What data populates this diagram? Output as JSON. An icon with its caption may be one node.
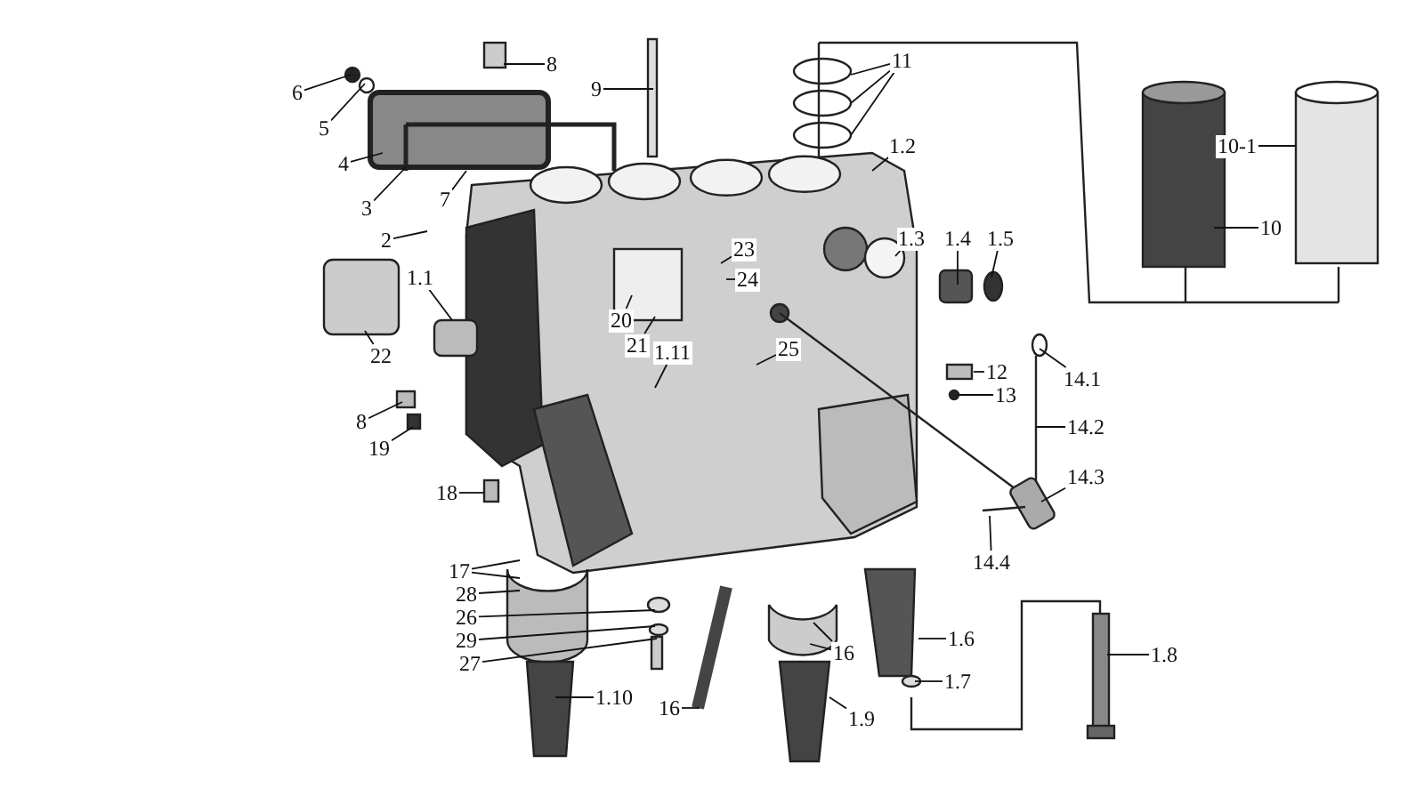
{
  "diagram": {
    "nodes": [
      {
        "text": [
          "6"
        ]
      },
      {
        "text": [
          "5"
        ]
      },
      {
        "text": [
          "8"
        ]
      },
      {
        "text": [
          "9"
        ]
      },
      {
        "text": [
          "4"
        ]
      },
      {
        "text": [
          "7"
        ]
      },
      {
        "text": [
          "3"
        ]
      },
      {
        "text": [
          "2"
        ]
      },
      {
        "text": [
          "11"
        ]
      },
      {
        "text": [
          "1.2"
        ]
      },
      {
        "text": [
          "1.3"
        ]
      },
      {
        "text": [
          "1.4"
        ]
      },
      {
        "text": [
          "1.5"
        ]
      },
      {
        "text": [
          "10-1"
        ]
      },
      {
        "text": [
          "10"
        ]
      },
      {
        "text": [
          "23"
        ]
      },
      {
        "text": [
          "24"
        ]
      },
      {
        "text": [
          "20"
        ]
      },
      {
        "text": [
          "21"
        ]
      },
      {
        "text": [
          "1.11"
        ]
      },
      {
        "text": [
          "22"
        ]
      },
      {
        "text": [
          "1.1"
        ]
      },
      {
        "text": [
          "25"
        ]
      },
      {
        "text": [
          "12"
        ]
      },
      {
        "text": [
          "13"
        ]
      },
      {
        "text": [
          "14.1"
        ]
      },
      {
        "text": [
          "14.2"
        ]
      },
      {
        "text": [
          "14.3"
        ]
      },
      {
        "text": [
          "14.4"
        ]
      },
      {
        "text": [
          "8"
        ]
      },
      {
        "text": [
          "19"
        ]
      },
      {
        "text": [
          "18"
        ]
      },
      {
        "text": [
          "17"
        ]
      },
      {
        "text": [
          "28"
        ]
      },
      {
        "text": [
          "26"
        ]
      },
      {
        "text": [
          "29"
        ]
      },
      {
        "text": [
          "27"
        ]
      },
      {
        "text": [
          "1.10"
        ]
      },
      {
        "text": [
          "16"
        ]
      },
      {
        "text": [
          "16"
        ]
      },
      {
        "text": [
          "1.9"
        ]
      },
      {
        "text": [
          "1.6"
        ]
      },
      {
        "text": [
          "1.7"
        ]
      },
      {
        "text": [
          "1.8"
        ]
      }
    ],
    "edges": [
      {
        "from": 0,
        "to": null,
        "arrow": "none"
      },
      {
        "from": 1,
        "to": null,
        "arrow": "none"
      },
      {
        "from": 2,
        "to": null,
        "arrow": "none"
      },
      {
        "from": 3,
        "to": null,
        "arrow": "none"
      },
      {
        "from": 4,
        "to": null,
        "arrow": "none"
      },
      {
        "from": 5,
        "to": null,
        "arrow": "none"
      },
      {
        "from": 6,
        "to": null,
        "arrow": "none"
      },
      {
        "from": 7,
        "to": null,
        "arrow": "none"
      },
      {
        "from": 8,
        "to": null,
        "arrow": "none"
      },
      {
        "from": 8,
        "to": null,
        "arrow": "none"
      },
      {
        "from": 8,
        "to": null,
        "arrow": "none"
      },
      {
        "from": 9,
        "to": null,
        "arrow": "none"
      },
      {
        "from": 10,
        "to": null,
        "arrow": "none"
      },
      {
        "from": 11,
        "to": null,
        "arrow": "none"
      },
      {
        "from": 12,
        "to": null,
        "arrow": "none"
      },
      {
        "from": 13,
        "to": null,
        "arrow": "none"
      },
      {
        "from": 14,
        "to": null,
        "arrow": "none"
      },
      {
        "from": 15,
        "to": null,
        "arrow": "none"
      },
      {
        "from": 16,
        "to": null,
        "arrow": "none"
      },
      {
        "from": 17,
        "to": null,
        "arrow": "none"
      },
      {
        "from": 18,
        "to": null,
        "arrow": "none"
      },
      {
        "from": 19,
        "to": null,
        "arrow": "none"
      },
      {
        "from": 20,
        "to": null,
        "arrow": "none"
      },
      {
        "from": 21,
        "to": null,
        "arrow": "none"
      },
      {
        "from": 22,
        "to": null,
        "arrow": "none"
      },
      {
        "from": 23,
        "to": null,
        "arrow": "none"
      },
      {
        "from": 24,
        "to": null,
        "arrow": "none"
      },
      {
        "from": 25,
        "to": null,
        "arrow": "none"
      },
      {
        "from": 26,
        "to": null,
        "arrow": "none"
      },
      {
        "from": 27,
        "to": null,
        "arrow": "none"
      },
      {
        "from": 28,
        "to": null,
        "arrow": "none"
      },
      {
        "from": 29,
        "to": null,
        "arrow": "none"
      },
      {
        "from": 30,
        "to": null,
        "arrow": "none"
      },
      {
        "from": 31,
        "to": null,
        "arrow": "none"
      },
      {
        "from": 32,
        "to": null,
        "arrow": "none"
      },
      {
        "from": 32,
        "to": null,
        "arrow": "none"
      },
      {
        "from": 33,
        "to": null,
        "arrow": "none"
      },
      {
        "from": 34,
        "to": null,
        "arrow": "none"
      },
      {
        "from": 35,
        "to": null,
        "arrow": "none"
      },
      {
        "from": 36,
        "to": null,
        "arrow": "none"
      },
      {
        "from": 37,
        "to": null,
        "arrow": "none"
      },
      {
        "from": 38,
        "to": null,
        "arrow": "none"
      },
      {
        "from": 39,
        "to": null,
        "arrow": "none"
      },
      {
        "from": 39,
        "to": null,
        "arrow": "none"
      },
      {
        "from": 40,
        "to": null,
        "arrow": "none"
      },
      {
        "from": 41,
        "to": null,
        "arrow": "none"
      },
      {
        "from": 42,
        "to": null,
        "arrow": "none"
      },
      {
        "from": 43,
        "to": null,
        "arrow": "none"
      }
    ]
  }
}
